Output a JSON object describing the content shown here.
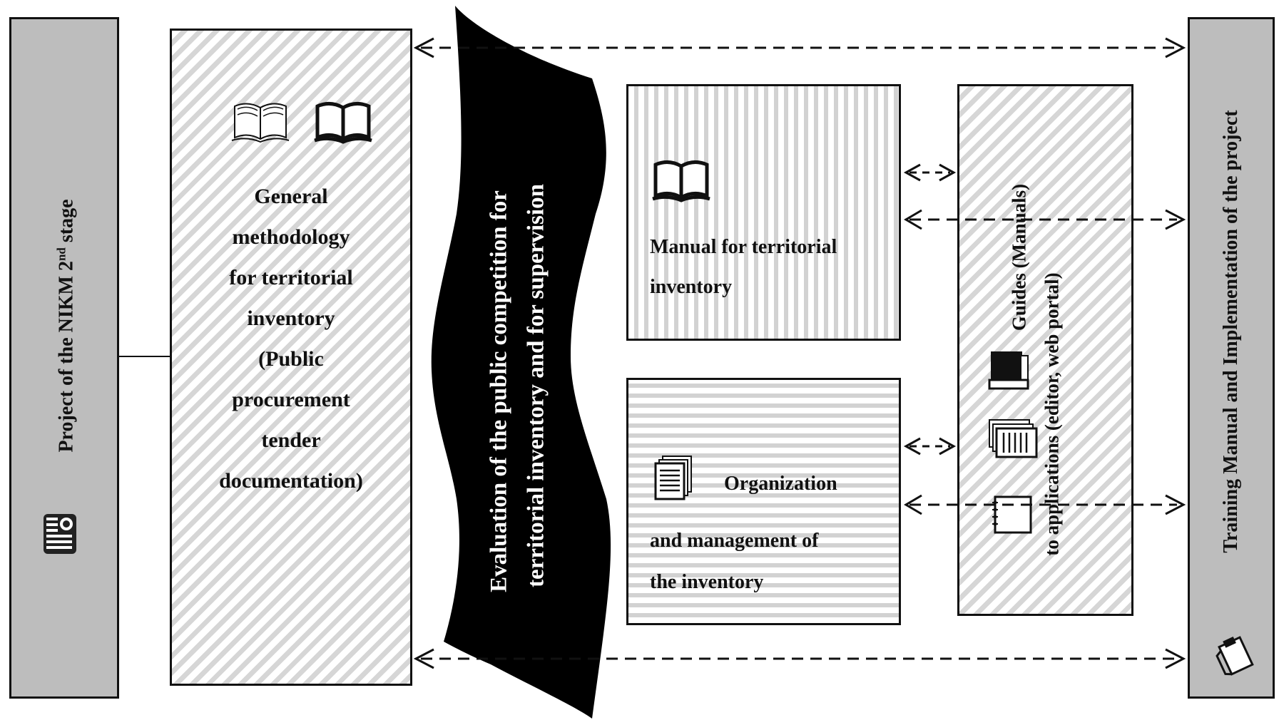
{
  "left_bar": {
    "label": "Project of the NIKM 2",
    "sup": "nd",
    "label_end": " stage"
  },
  "right_bar": {
    "label": "Training Manual and Implementation of the project"
  },
  "methodology": {
    "lines": [
      "General",
      "methodology",
      "for territorial",
      "inventory",
      "(Public",
      "procurement",
      "tender",
      "documentation)"
    ]
  },
  "banner": {
    "line1": "Evaluation of the public competition for",
    "line2": "territorial inventory  and  for supervision"
  },
  "manual_box": {
    "line1": "Manual for territorial",
    "line2": "inventory"
  },
  "org_box": {
    "line1": "Organization",
    "line2": "and management of",
    "line3": "the inventory"
  },
  "guides_box": {
    "line1": "Guides (Manuals)",
    "line2": "to applications (editor, web portal)"
  },
  "icons": [
    "open-book-outline-icon",
    "open-book-icon",
    "open-book-icon",
    "document-stack-icon",
    "computer-icon",
    "stacked-documents-icon",
    "notebook-icon",
    "form-icon",
    "clipboard-icon"
  ]
}
